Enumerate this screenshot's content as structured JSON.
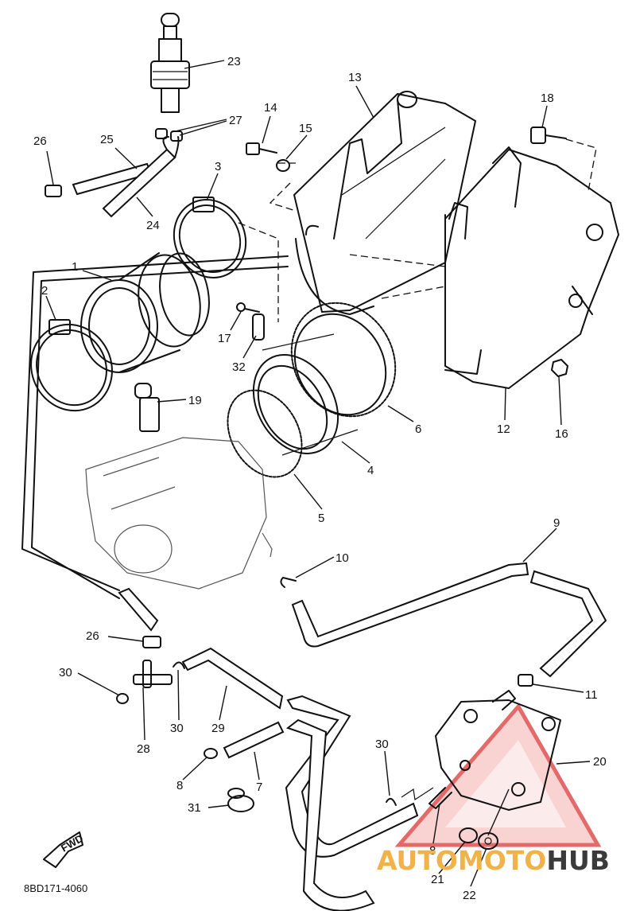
{
  "diagram": {
    "part_code": "8BD171-4060",
    "fwd_label": "FWD",
    "watermark": {
      "part1": "AUTOMOTO",
      "part2": "HUB",
      "color1": "#f2b24a",
      "color2": "#3a3a3a",
      "accent": "#e05050"
    },
    "callouts": [
      {
        "id": "c23",
        "text": "23"
      },
      {
        "id": "c27",
        "text": "27"
      },
      {
        "id": "c26a",
        "text": "26"
      },
      {
        "id": "c25",
        "text": "25"
      },
      {
        "id": "c24",
        "text": "24"
      },
      {
        "id": "c3",
        "text": "3"
      },
      {
        "id": "c1",
        "text": "1"
      },
      {
        "id": "c2",
        "text": "2"
      },
      {
        "id": "c14",
        "text": "14"
      },
      {
        "id": "c15",
        "text": "15"
      },
      {
        "id": "c13",
        "text": "13"
      },
      {
        "id": "c18",
        "text": "18"
      },
      {
        "id": "c17",
        "text": "17"
      },
      {
        "id": "c32",
        "text": "32"
      },
      {
        "id": "c19",
        "text": "19"
      },
      {
        "id": "c6",
        "text": "6"
      },
      {
        "id": "c12",
        "text": "12"
      },
      {
        "id": "c16",
        "text": "16"
      },
      {
        "id": "c4",
        "text": "4"
      },
      {
        "id": "c5",
        "text": "5"
      },
      {
        "id": "c9",
        "text": "9"
      },
      {
        "id": "c10",
        "text": "10"
      },
      {
        "id": "c26b",
        "text": "26"
      },
      {
        "id": "c30a",
        "text": "30"
      },
      {
        "id": "c28",
        "text": "28"
      },
      {
        "id": "c30b",
        "text": "30"
      },
      {
        "id": "c29",
        "text": "29"
      },
      {
        "id": "c11",
        "text": "11"
      },
      {
        "id": "c30c",
        "text": "30"
      },
      {
        "id": "c20",
        "text": "20"
      },
      {
        "id": "c8a",
        "text": "8"
      },
      {
        "id": "c7",
        "text": "7"
      },
      {
        "id": "c31",
        "text": "31"
      },
      {
        "id": "c8b",
        "text": "8"
      },
      {
        "id": "c21",
        "text": "21"
      },
      {
        "id": "c22",
        "text": "22"
      }
    ]
  }
}
